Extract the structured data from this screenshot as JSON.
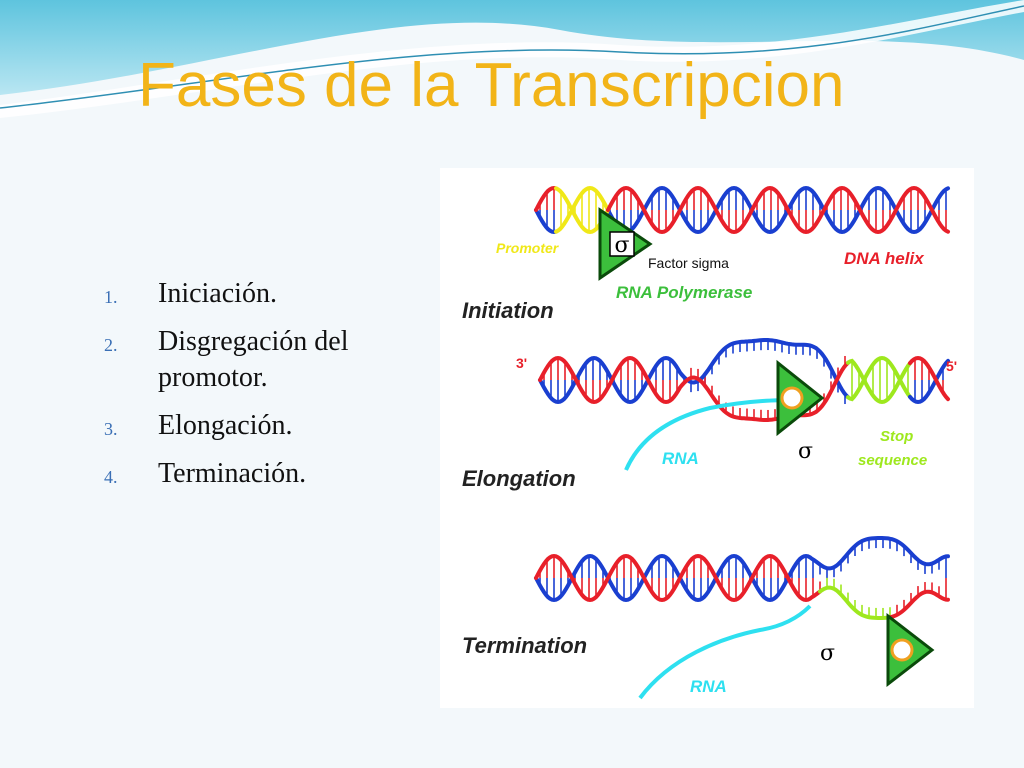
{
  "title": "Fases de la Transcripcion",
  "phases": [
    {
      "number": "1.",
      "label": "Iniciación."
    },
    {
      "number": "2.",
      "label": "Disgregación del promotor."
    },
    {
      "number": "3.",
      "label": " Elongación."
    },
    {
      "number": "4.",
      "label": "Terminación."
    }
  ],
  "diagram": {
    "initiation": {
      "stage_label": "Initiation",
      "promoter": "Promoter",
      "sigma_symbol": "σ",
      "factor_sigma": "Factor sigma",
      "dna_helix": "DNA helix",
      "rna_polymerase": "RNA Polymerase"
    },
    "elongation": {
      "stage_label": "Elongation",
      "end_3": "3'",
      "end_5": "5'",
      "rna": "RNA",
      "sigma_symbol": "σ",
      "stop_sequence_line1": "Stop",
      "stop_sequence_line2": "sequence"
    },
    "termination": {
      "stage_label": "Termination",
      "sigma_symbol": "σ",
      "rna": "RNA"
    }
  },
  "colors": {
    "title": "#f2b418",
    "list_number": "#3a6fb5",
    "dna_red": "#e8202a",
    "dna_blue": "#1a3fd0",
    "promoter_yellow": "#f0e818",
    "rna_cyan": "#2ee0f0",
    "polymerase_green": "#3cbf3c",
    "stop_green": "#9ee81e"
  }
}
